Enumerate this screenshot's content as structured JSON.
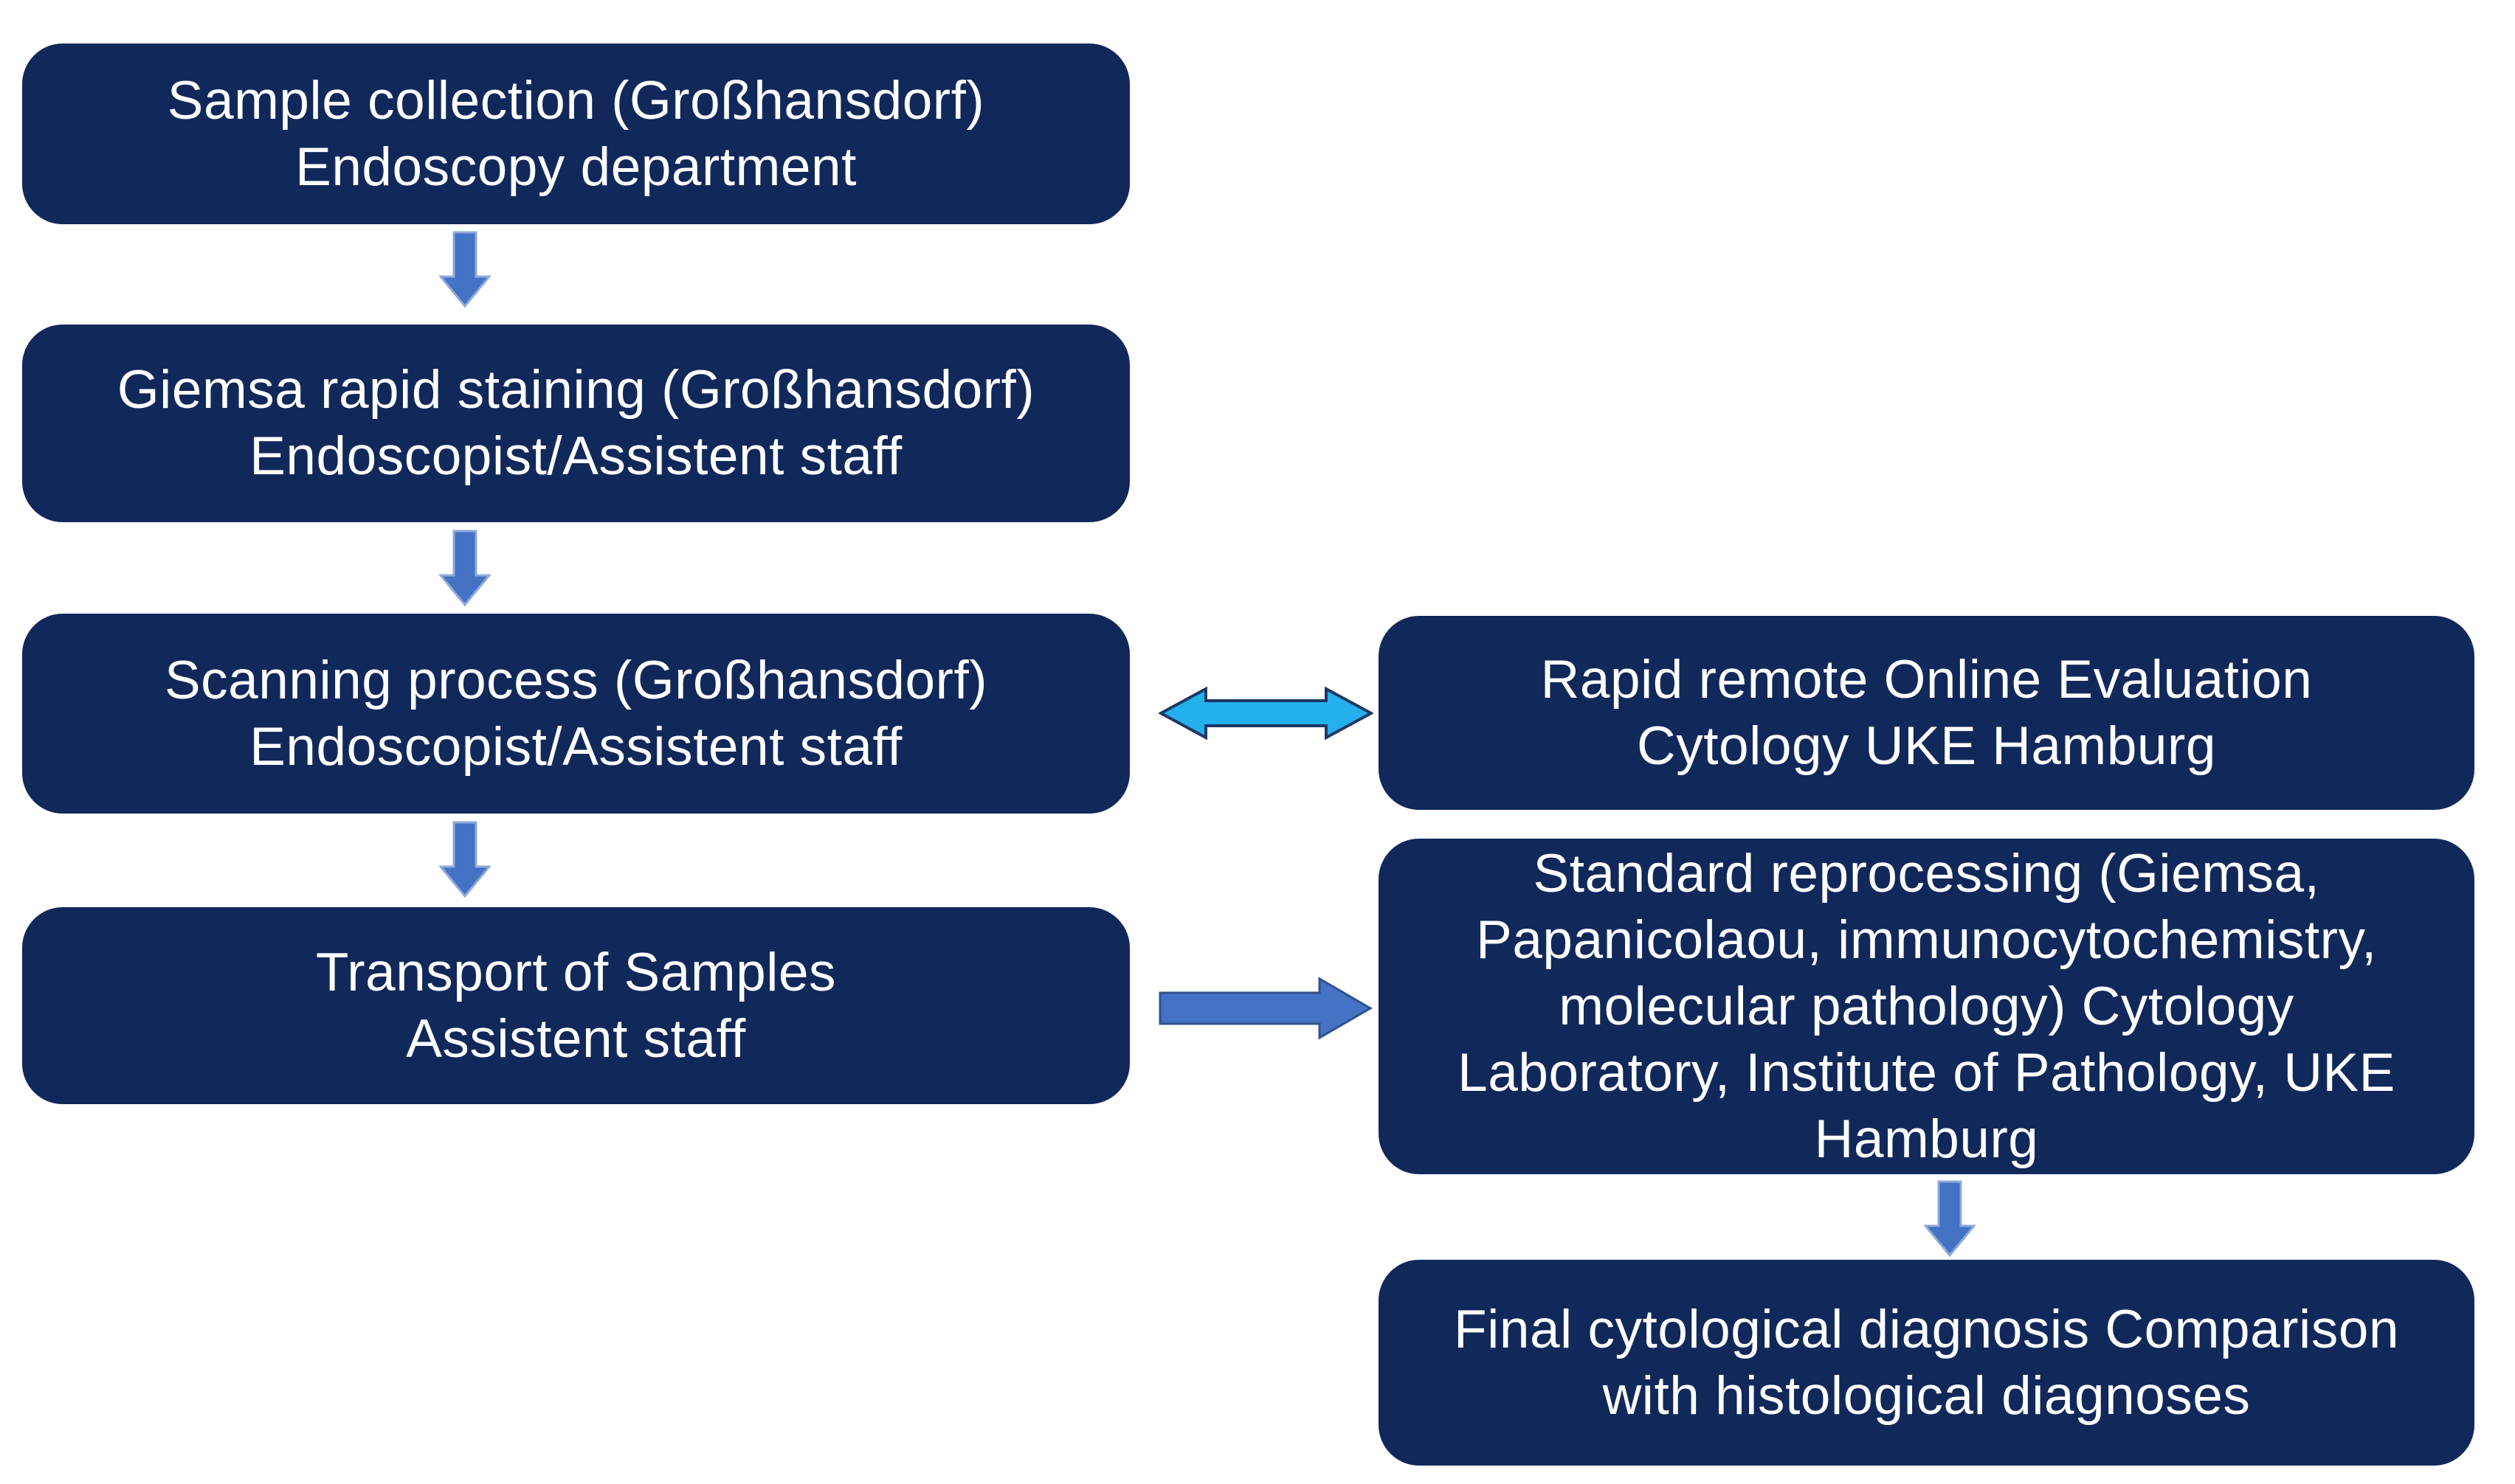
{
  "diagram": {
    "title": "Cytology sample workflow flowchart",
    "colors": {
      "background": "#FFFFFF",
      "node_fill": "#11285A",
      "node_text": "#FFFFFF",
      "single_arrow_fill": "#4472C4",
      "single_arrow_border": "#8FAADC",
      "right_arrow_border": "#2F528F",
      "double_arrow_fill": "#24B0EC",
      "double_arrow_border": "#1F3864"
    },
    "nodes": {
      "left": [
        {
          "id": "sample-collection",
          "text": "Sample collection (Großhansdorf)\nEndoscopy department"
        },
        {
          "id": "giemsa-rapid-staining",
          "text": "Giemsa rapid staining (Großhansdorf)\nEndoscopist/Assistent staff"
        },
        {
          "id": "scanning-process",
          "text": "Scanning process (Großhansdorf)\nEndoscopist/Assistent staff"
        },
        {
          "id": "transport-of-samples",
          "text": "Transport of Samples\nAssistent staff"
        }
      ],
      "right": [
        {
          "id": "rapid-remote-online-evaluation",
          "text": "Rapid remote Online Evaluation\nCytology UKE Hamburg"
        },
        {
          "id": "standard-reprocessing",
          "text": "Standard reprocessing (Giemsa,\nPapanicolaou, immunocytochemistry,\nmolecular pathology) Cytology\nLaboratory, Institute of Pathology, UKE\nHamburg"
        },
        {
          "id": "final-cytological-diagnosis",
          "text": "Final cytological diagnosis Comparison\nwith histological diagnoses"
        }
      ]
    },
    "connections": [
      {
        "from": "sample-collection",
        "to": "giemsa-rapid-staining",
        "type": "down-arrow"
      },
      {
        "from": "giemsa-rapid-staining",
        "to": "scanning-process",
        "type": "down-arrow"
      },
      {
        "from": "scanning-process",
        "to": "transport-of-samples",
        "type": "down-arrow"
      },
      {
        "from": "scanning-process",
        "to": "rapid-remote-online-evaluation",
        "type": "double-headed-arrow"
      },
      {
        "from": "transport-of-samples",
        "to": "standard-reprocessing",
        "type": "right-arrow"
      },
      {
        "from": "standard-reprocessing",
        "to": "final-cytological-diagnosis",
        "type": "down-arrow"
      }
    ]
  }
}
